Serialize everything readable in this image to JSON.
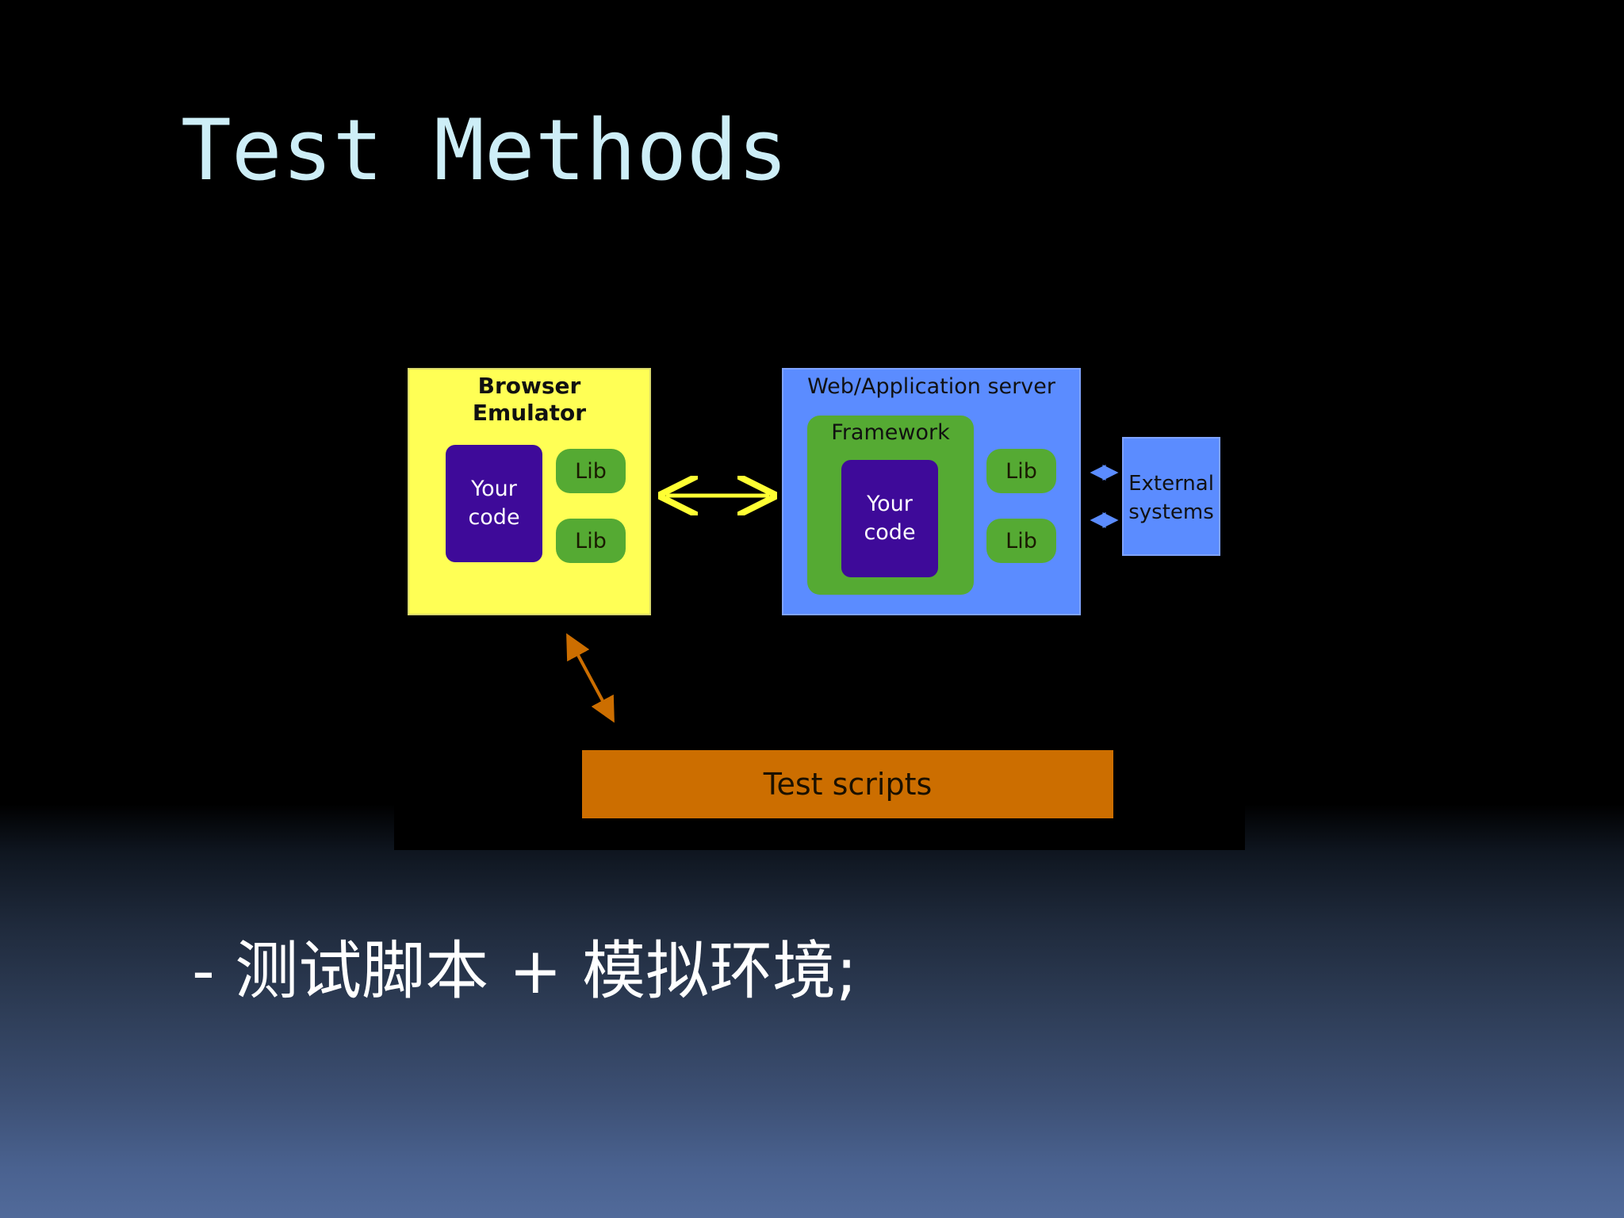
{
  "slide": {
    "title": "Test Methods",
    "bullet": "- 测试脚本 + 模拟环境;"
  },
  "diagram": {
    "browser_emulator": {
      "label": "Browser\nEmulator",
      "your_code": "Your\ncode",
      "lib_top": "Lib",
      "lib_bottom": "Lib"
    },
    "server": {
      "label": "Web/Application server",
      "framework_label": "Framework",
      "your_code": "Your\ncode",
      "lib_top": "Lib",
      "lib_bottom": "Lib"
    },
    "external": {
      "label": "External systems"
    },
    "test_scripts": {
      "label": "Test scripts"
    }
  },
  "colors": {
    "title": "#cdeef7",
    "browser_box": "#ffff55",
    "server_box": "#5b8cff",
    "lib_green": "#55aa33",
    "code_purple": "#3e0a99",
    "test_scripts_orange": "#cc6e00",
    "arrow_yellow": "#ffff33",
    "arrow_orange": "#cc6e00",
    "arrow_blue": "#5b8cff"
  }
}
